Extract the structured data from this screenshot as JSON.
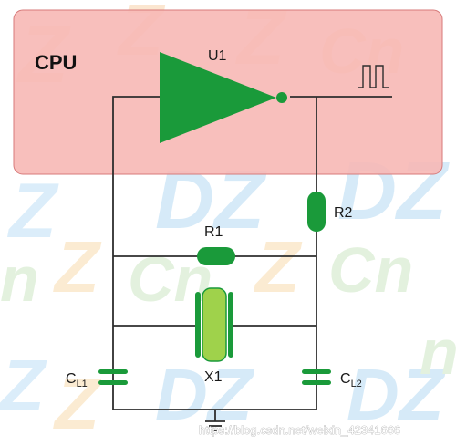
{
  "cpu": {
    "label": "CPU"
  },
  "components": {
    "u1": "U1",
    "r1": "R1",
    "r2": "R2",
    "x1": "X1",
    "cl1_main": "C",
    "cl1_sub": "L1",
    "cl2_main": "C",
    "cl2_sub": "L2"
  },
  "watermark": {
    "credit": "https://blog.csdn.net/weixin_42341666"
  },
  "colors": {
    "cpu_fill": "#f7b8b5",
    "cpu_border": "#d77a7a",
    "component_green": "#1a9a3a",
    "crystal_inner": "#9fd24b",
    "wire": "#2e2e2e"
  }
}
